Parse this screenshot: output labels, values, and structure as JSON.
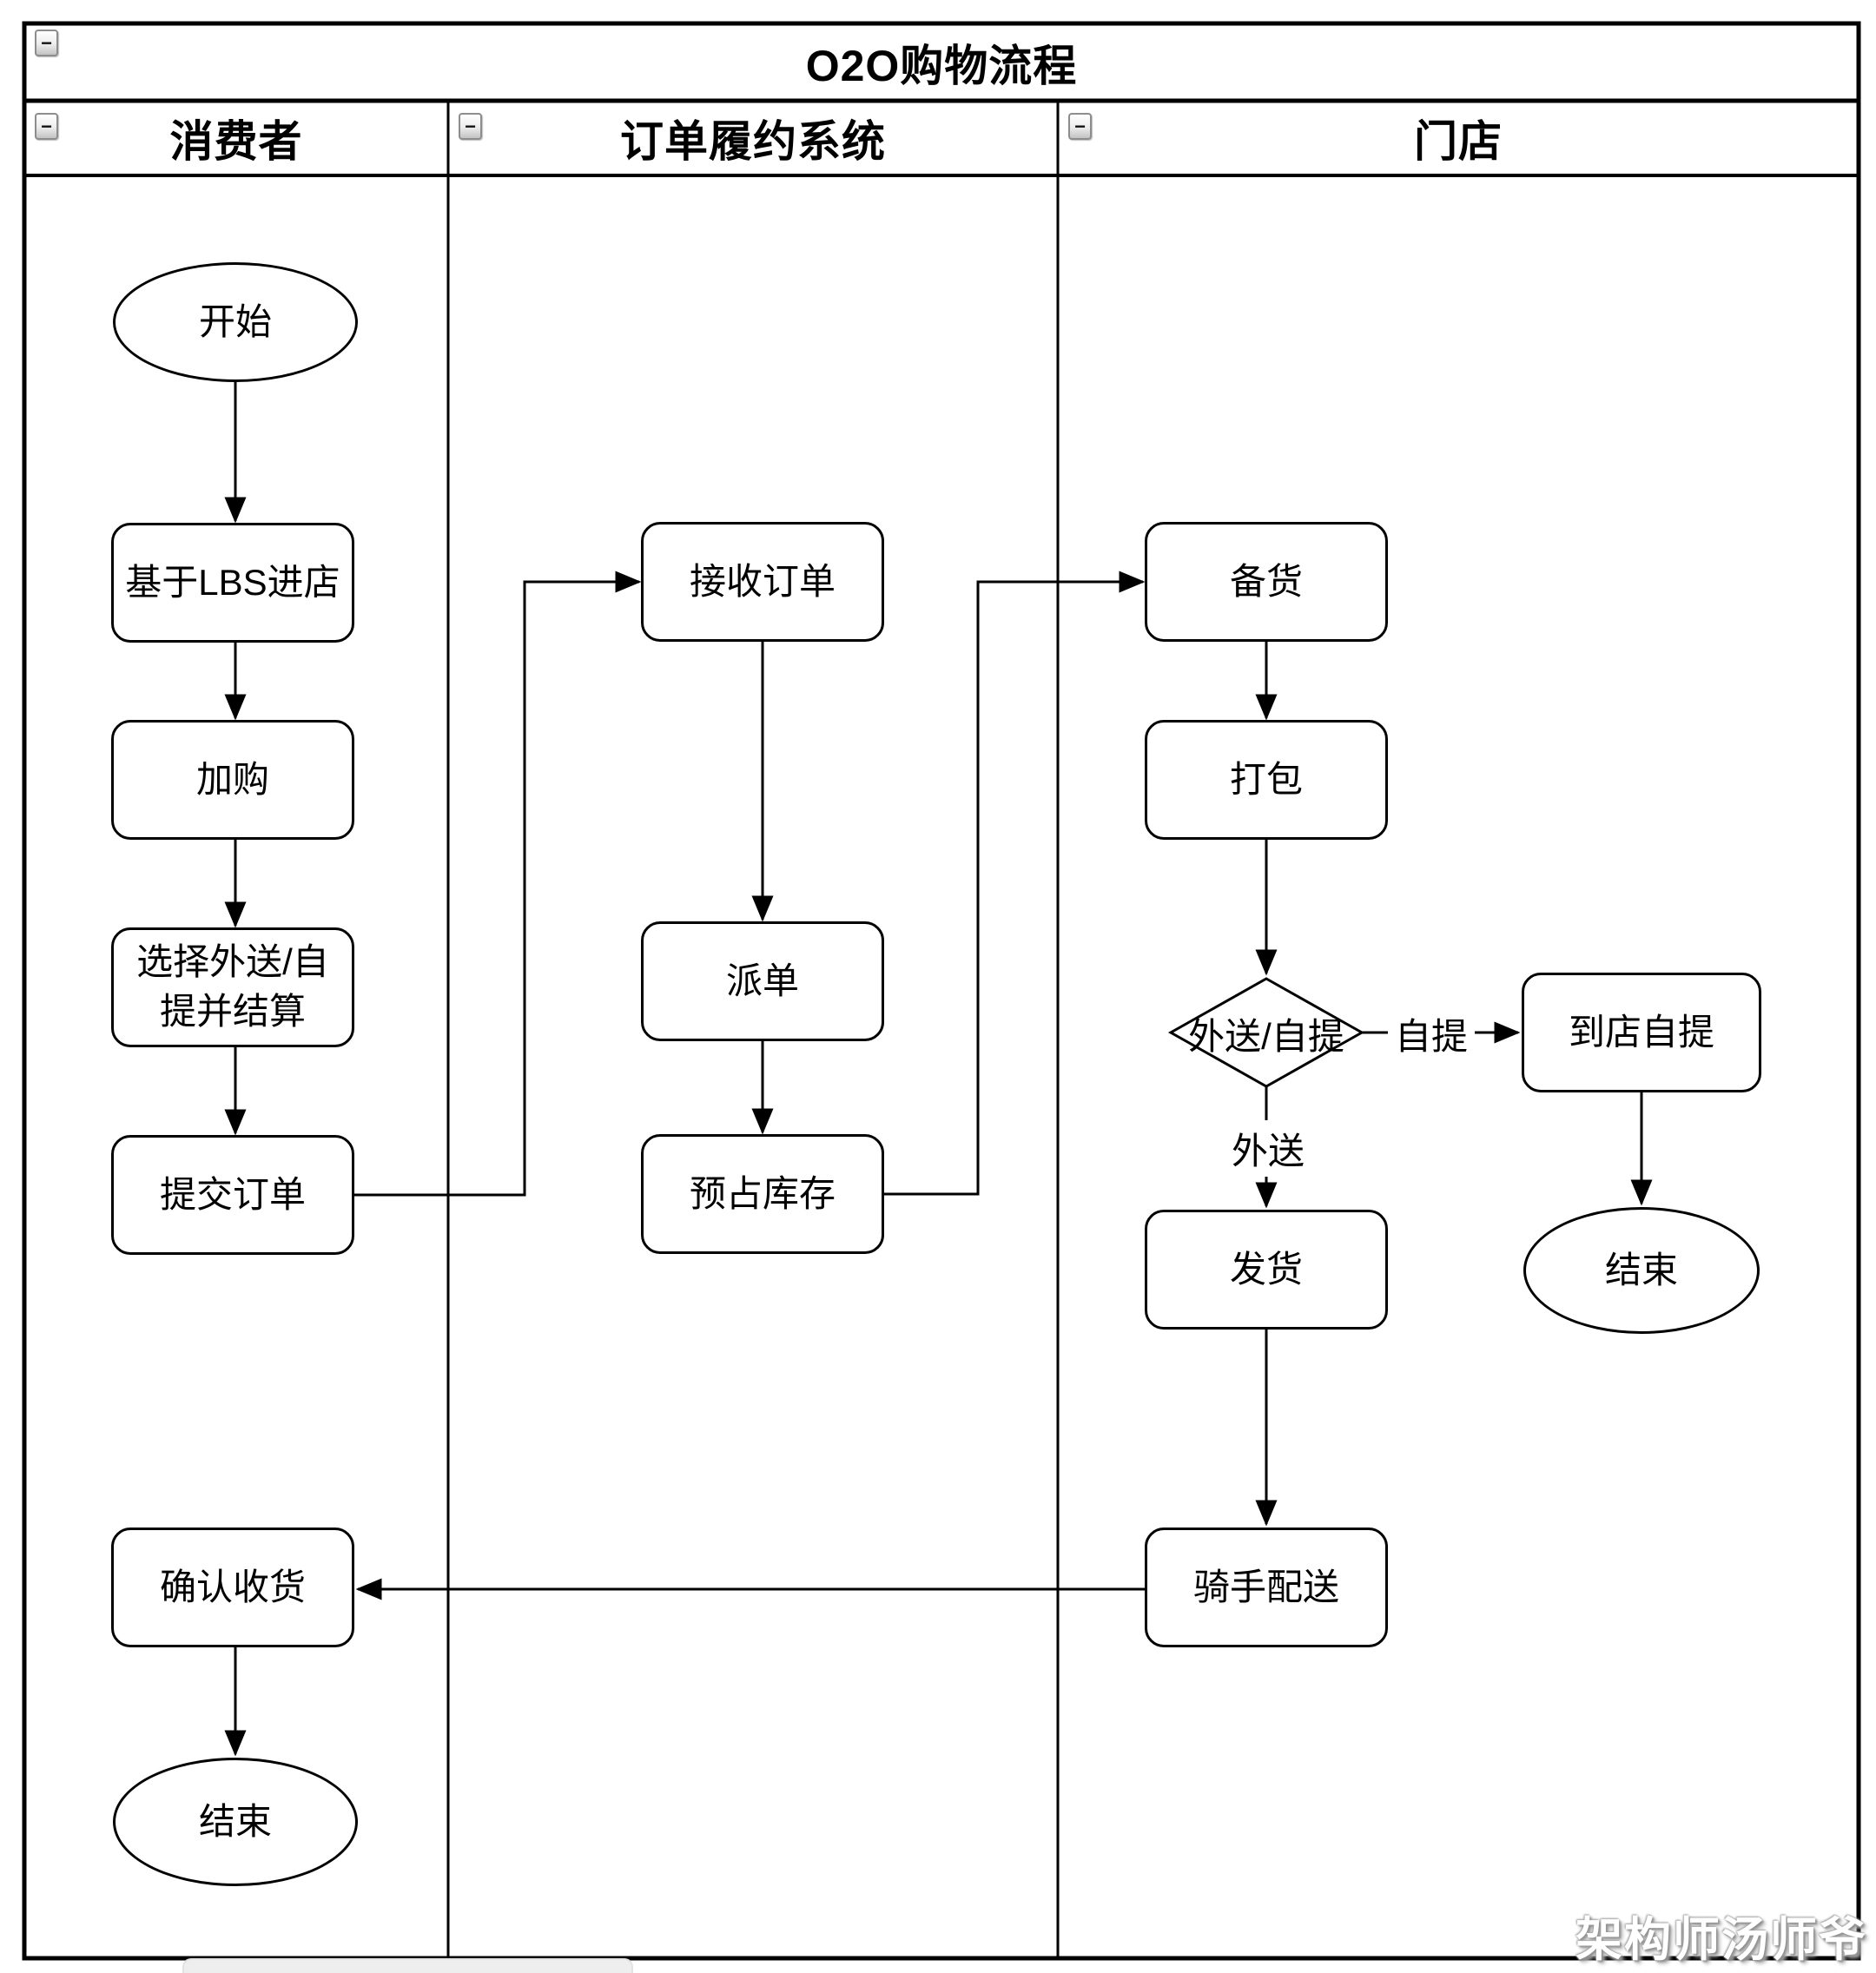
{
  "title": "O2O购物流程",
  "lanes": [
    {
      "label": "消费者"
    },
    {
      "label": "订单履约系统"
    },
    {
      "label": "门店"
    }
  ],
  "icons": {
    "collapse": "−"
  },
  "nodes": {
    "start": {
      "type": "terminator",
      "lane": "消费者",
      "label": "开始"
    },
    "lbs_entry": {
      "type": "process",
      "lane": "消费者",
      "label": "基于LBS进店"
    },
    "add_cart": {
      "type": "process",
      "lane": "消费者",
      "label": "加购"
    },
    "choose_mode": {
      "type": "process",
      "lane": "消费者",
      "label": "选择外送/自提并结算"
    },
    "submit_order": {
      "type": "process",
      "lane": "消费者",
      "label": "提交订单"
    },
    "confirm_receipt": {
      "type": "process",
      "lane": "消费者",
      "label": "确认收货"
    },
    "consumer_end": {
      "type": "terminator",
      "lane": "消费者",
      "label": "结束"
    },
    "receive_order": {
      "type": "process",
      "lane": "订单履约系统",
      "label": "接收订单"
    },
    "dispatch_order": {
      "type": "process",
      "lane": "订单履约系统",
      "label": "派单"
    },
    "reserve_inventory": {
      "type": "process",
      "lane": "订单履约系统",
      "label": "预占库存"
    },
    "prepare_goods": {
      "type": "process",
      "lane": "门店",
      "label": "备货"
    },
    "pack_goods": {
      "type": "process",
      "lane": "门店",
      "label": "打包"
    },
    "delivery_decision": {
      "type": "decision",
      "lane": "门店",
      "label": "外送/自提"
    },
    "store_pickup": {
      "type": "process",
      "lane": "门店",
      "label": "到店自提"
    },
    "ship_goods": {
      "type": "process",
      "lane": "门店",
      "label": "发货"
    },
    "store_end": {
      "type": "terminator",
      "lane": "门店",
      "label": "结束"
    },
    "rider_delivery": {
      "type": "process",
      "lane": "门店",
      "label": "骑手配送"
    }
  },
  "edge_labels": {
    "pickup": "自提",
    "delivery": "外送"
  },
  "edges": [
    {
      "from": "start",
      "to": "lbs_entry",
      "label": ""
    },
    {
      "from": "lbs_entry",
      "to": "add_cart",
      "label": ""
    },
    {
      "from": "add_cart",
      "to": "choose_mode",
      "label": ""
    },
    {
      "from": "choose_mode",
      "to": "submit_order",
      "label": ""
    },
    {
      "from": "submit_order",
      "to": "receive_order",
      "label": ""
    },
    {
      "from": "receive_order",
      "to": "dispatch_order",
      "label": ""
    },
    {
      "from": "dispatch_order",
      "to": "reserve_inventory",
      "label": ""
    },
    {
      "from": "reserve_inventory",
      "to": "prepare_goods",
      "label": ""
    },
    {
      "from": "prepare_goods",
      "to": "pack_goods",
      "label": ""
    },
    {
      "from": "pack_goods",
      "to": "delivery_decision",
      "label": ""
    },
    {
      "from": "delivery_decision",
      "to": "store_pickup",
      "label": "自提"
    },
    {
      "from": "delivery_decision",
      "to": "ship_goods",
      "label": "外送"
    },
    {
      "from": "store_pickup",
      "to": "store_end",
      "label": ""
    },
    {
      "from": "ship_goods",
      "to": "rider_delivery",
      "label": ""
    },
    {
      "from": "rider_delivery",
      "to": "confirm_receipt",
      "label": ""
    },
    {
      "from": "confirm_receipt",
      "to": "consumer_end",
      "label": ""
    }
  ],
  "watermark": "架构师汤师爷",
  "colors": {
    "line": "#000000",
    "node_fill": "#ffffff",
    "background": "#ffffff",
    "collapse_button_border": "#8d8d8d"
  }
}
